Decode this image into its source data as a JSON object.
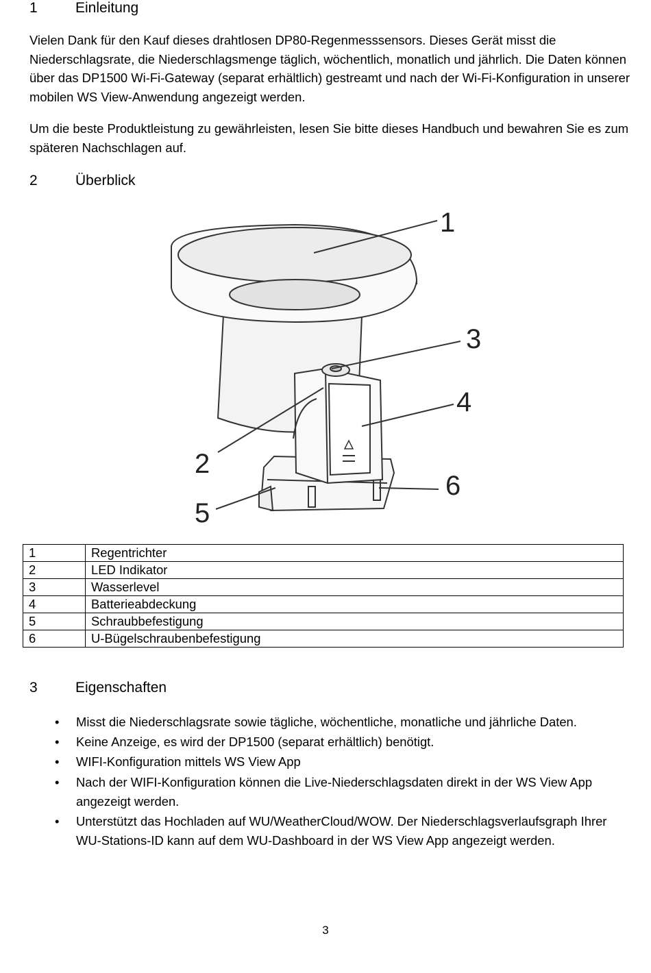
{
  "sections": {
    "intro": {
      "number": "1",
      "title": "Einleitung",
      "p1": "Vielen Dank für den Kauf dieses drahtlosen DP80-Regenmesssensors. Dieses Gerät misst die Niederschlagsrate, die Niederschlagsmenge täglich, wöchentlich, monatlich und jährlich. Die Daten können über das DP1500  Wi-Fi-Gateway (separat erhältlich) gestreamt und nach der Wi-Fi-Konfiguration in unserer mobilen WS View-Anwendung angezeigt werden.",
      "p2": "Um die beste Produktleistung zu gewährleisten, lesen Sie bitte dieses Handbuch und bewahren Sie es zum späteren Nachschlagen auf."
    },
    "overview": {
      "number": "2",
      "title": "Überblick",
      "callouts": [
        "1",
        "2",
        "3",
        "4",
        "5",
        "6"
      ],
      "parts": [
        {
          "num": "1",
          "name": "Regentrichter"
        },
        {
          "num": "2",
          "name": "LED Indikator"
        },
        {
          "num": "3",
          "name": "Wasserlevel"
        },
        {
          "num": "4",
          "name": "Batterieabdeckung"
        },
        {
          "num": "5",
          "name": "Schraubbefestigung"
        },
        {
          "num": "6",
          "name": "U-Bügelschraubenbefestigung"
        }
      ]
    },
    "features": {
      "number": "3",
      "title": "Eigenschaften",
      "bullet": "•",
      "items": [
        "Misst die Niederschlagsrate sowie tägliche, wöchentliche, monatliche und jährliche Daten.",
        "Keine Anzeige, es wird der DP1500 (separat erhältlich) benötigt.",
        "WIFI-Konfiguration mittels  WS View App",
        "Nach der WIFI-Konfiguration können die Live-Niederschlagsdaten direkt in der WS View App angezeigt werden.",
        "Unterstützt das Hochladen auf WU/WeatherCloud/WOW. Der Niederschlagsverlaufsgraph Ihrer WU-Stations-ID kann auf dem WU-Dashboard in der WS View App angezeigt werden."
      ]
    }
  },
  "page_number": "3"
}
